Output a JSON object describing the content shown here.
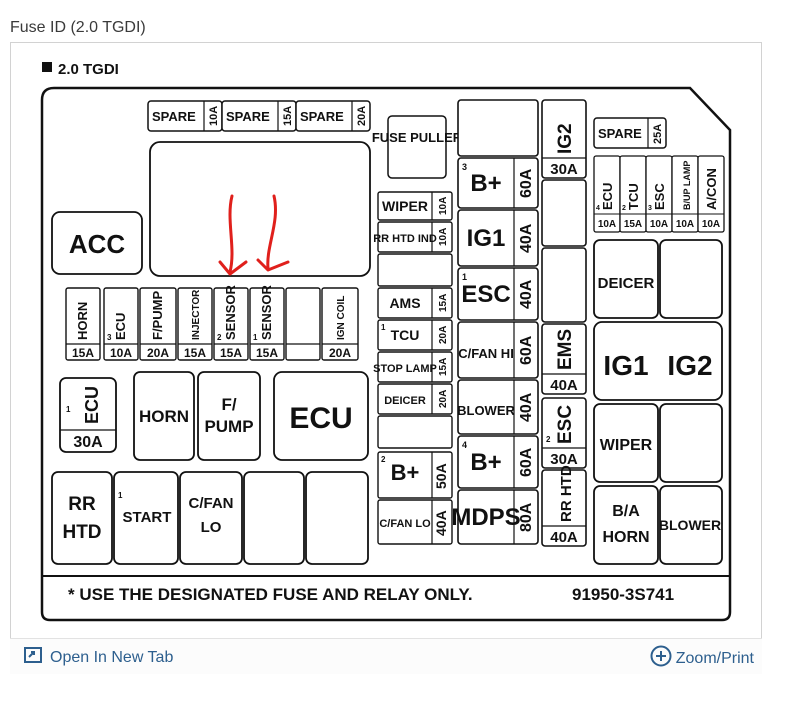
{
  "page": {
    "title": "Fuse ID (2.0 TGDI)"
  },
  "diagram": {
    "heading": "2.0 TGDI",
    "footer_note": "* USE THE DESIGNATED FUSE AND RELAY ONLY.",
    "part_number": "91950-3S741",
    "top_spares": [
      {
        "label": "SPARE",
        "rating": "10A"
      },
      {
        "label": "SPARE",
        "rating": "15A"
      },
      {
        "label": "SPARE",
        "rating": "20A"
      }
    ],
    "fuse_puller": "FUSE PULLER",
    "acc": "ACC",
    "vertical_fuses": [
      {
        "num": "",
        "label": "HORN",
        "rating": "15A"
      },
      {
        "num": "3",
        "label": "ECU",
        "rating": "10A"
      },
      {
        "num": "",
        "label": "F/PUMP",
        "rating": "20A"
      },
      {
        "num": "",
        "label": "INJECTOR",
        "rating": "15A"
      },
      {
        "num": "2",
        "label": "SENSOR",
        "rating": "15A"
      },
      {
        "num": "1",
        "label": "SENSOR",
        "rating": "15A"
      },
      {
        "num": "",
        "label": "",
        "rating": ""
      },
      {
        "num": "",
        "label": "IGN COIL",
        "rating": "20A"
      }
    ],
    "ecu_small": {
      "num": "1",
      "label": "ECU",
      "rating": "30A"
    },
    "relays_mid": [
      "HORN",
      "F/ PUMP",
      "ECU"
    ],
    "relays_bottom": [
      {
        "num": "",
        "label": "RR HTD"
      },
      {
        "num": "1",
        "label": "START"
      },
      {
        "num": "",
        "label": "C/FAN LO"
      }
    ],
    "center_col": [
      {
        "num": "",
        "label": "WIPER",
        "rating": "10A"
      },
      {
        "num": "",
        "label": "RR HTD IND",
        "rating": "10A"
      },
      {
        "num": "",
        "label": "",
        "rating": ""
      },
      {
        "num": "",
        "label": "AMS",
        "rating": "15A"
      },
      {
        "num": "1",
        "label": "TCU",
        "rating": "20A"
      },
      {
        "num": "",
        "label": "STOP LAMP",
        "rating": "15A"
      },
      {
        "num": "",
        "label": "DEICER",
        "rating": "20A"
      },
      {
        "num": "",
        "label": "",
        "rating": ""
      },
      {
        "num": "2",
        "label": "B+",
        "rating": "50A"
      },
      {
        "num": "",
        "label": "C/FAN LO",
        "rating": "40A"
      }
    ],
    "big_col": [
      {
        "num": "",
        "label": "",
        "rating": ""
      },
      {
        "num": "3",
        "label": "B+",
        "rating": "60A"
      },
      {
        "num": "",
        "label": "IG1",
        "rating": "40A"
      },
      {
        "num": "1",
        "label": "ESC",
        "rating": "40A"
      },
      {
        "num": "",
        "label": "C/FAN HI",
        "rating": "60A"
      },
      {
        "num": "",
        "label": "BLOWER",
        "rating": "40A"
      },
      {
        "num": "4",
        "label": "B+",
        "rating": "60A"
      },
      {
        "num": "",
        "label": "MDPS",
        "rating": "80A"
      }
    ],
    "right_col": [
      {
        "num": "",
        "label": "IG2",
        "rating": "30A"
      },
      {
        "num": "",
        "label": "",
        "rating": ""
      },
      {
        "num": "",
        "label": "",
        "rating": ""
      },
      {
        "num": "",
        "label": "EMS",
        "rating": "40A"
      },
      {
        "num": "2",
        "label": "ESC",
        "rating": "30A"
      },
      {
        "num": "",
        "label": "RR HTD",
        "rating": "40A"
      }
    ],
    "right_spare": {
      "label": "SPARE",
      "rating": "25A"
    },
    "right_fuses": [
      {
        "num": "4",
        "label": "ECU",
        "rating": "10A"
      },
      {
        "num": "2",
        "label": "TCU",
        "rating": "15A"
      },
      {
        "num": "3",
        "label": "ESC",
        "rating": "10A"
      },
      {
        "num": "",
        "label": "B/UP LAMP",
        "rating": "10A"
      },
      {
        "num": "",
        "label": "A/CON",
        "rating": "10A"
      }
    ],
    "right_relays": [
      "DEICER",
      "IG1",
      "IG2",
      "WIPER",
      "B/A HORN",
      "BLOWER"
    ]
  },
  "toolbar": {
    "open_label": "Open In New Tab",
    "zoom_label": "Zoom/Print"
  },
  "colors": {
    "link": "#2d5f8e",
    "annotation": "#e0201c"
  }
}
